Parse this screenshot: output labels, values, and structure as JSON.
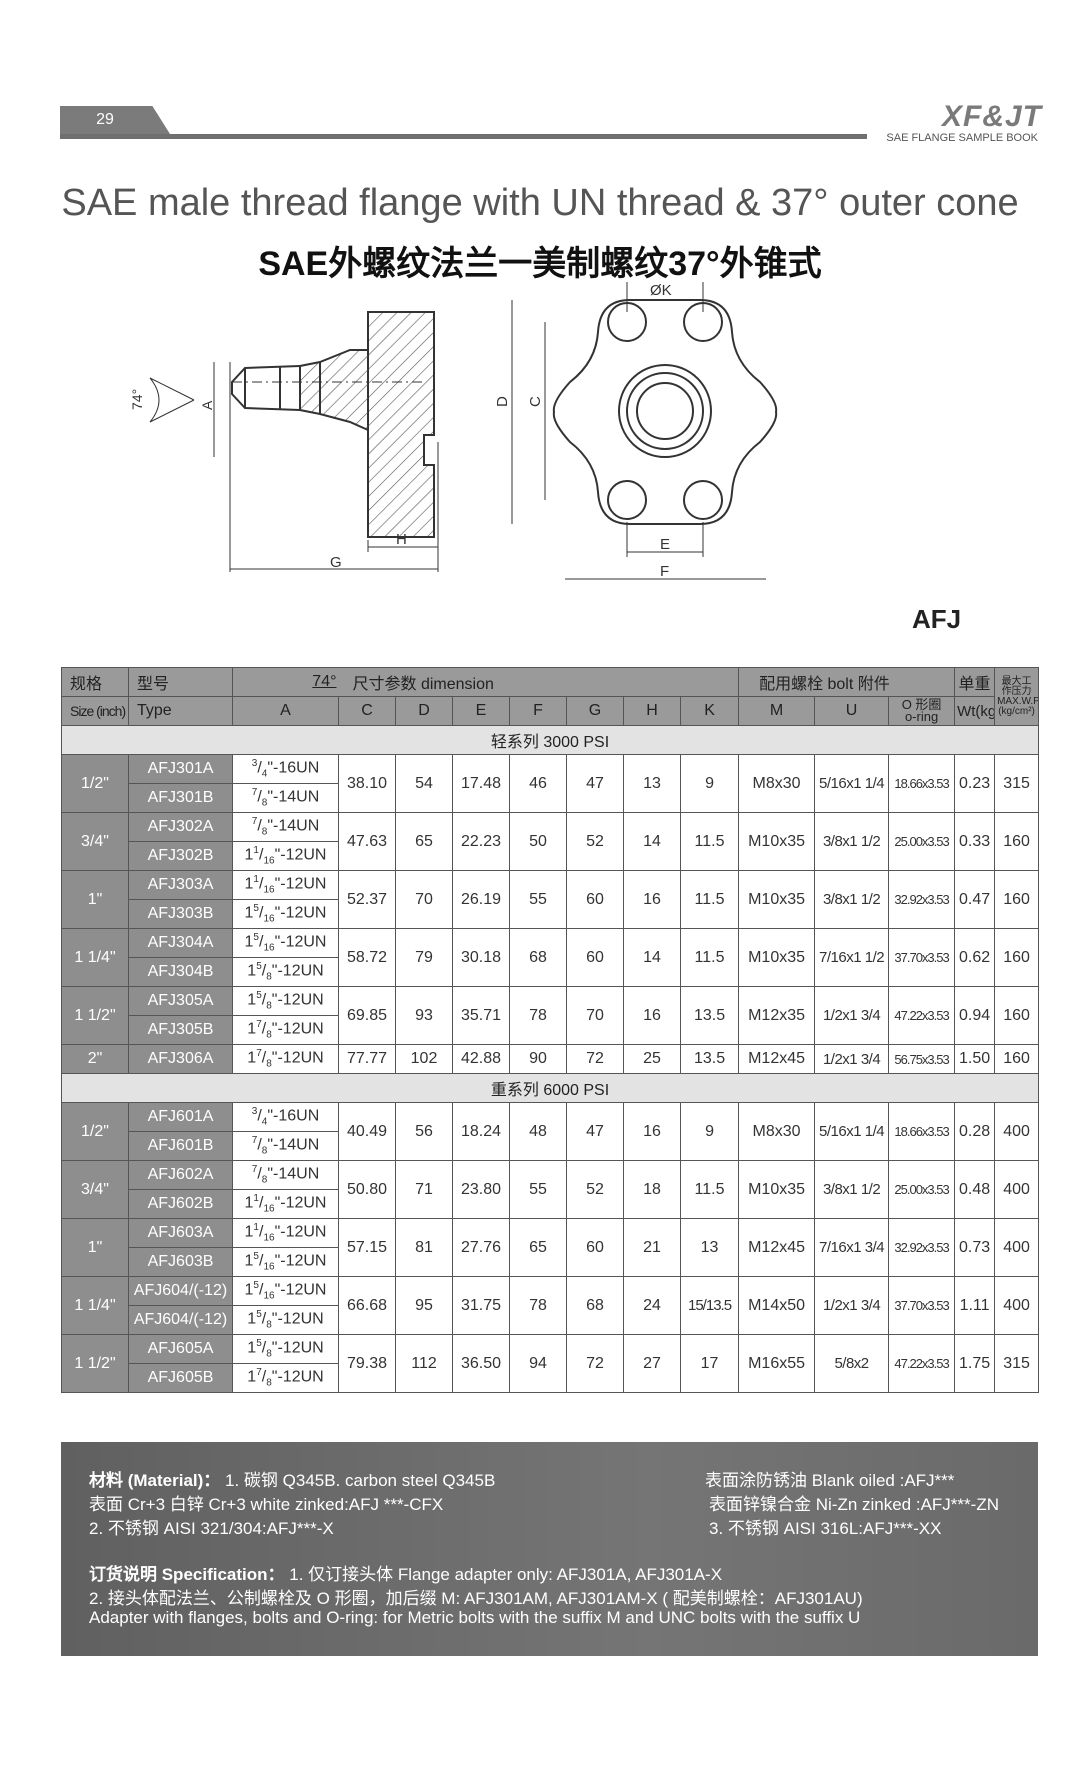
{
  "header": {
    "page_number": "29",
    "brand": "XF&JT",
    "book_title": "SAE FLANGE SAMPLE BOOK"
  },
  "title_en": "SAE male thread flange with UN thread & 37° outer cone",
  "title_cn": "SAE外螺纹法兰一美制螺纹37°外锥式",
  "drawing": {
    "angle": "74°",
    "dims": {
      "A": "A",
      "G": "G",
      "H": "H",
      "D": "D",
      "C": "C",
      "E": "E",
      "F": "F",
      "K": "ØK"
    }
  },
  "model_label": "AFJ",
  "table": {
    "header1": {
      "size": "规格",
      "type": "型号",
      "angle": "74°",
      "dimension": "尺寸参数 dimension",
      "bolt": "配用螺栓 bolt 附件",
      "weight": "单重",
      "pressure_cn": "最大工作压力",
      "pressure": "MAX.W.P",
      "pressure_unit": "(kg/cm²)"
    },
    "header2": {
      "size": "Size (inch)",
      "type": "Type",
      "A": "A",
      "C": "C",
      "D": "D",
      "E": "E",
      "F": "F",
      "G": "G",
      "H": "H",
      "K": "K",
      "M": "M",
      "U": "U",
      "oring_cn": "O 形圈",
      "oring": "o-ring",
      "wt": "Wt(kg)"
    },
    "light_series": "轻系列 3000 PSI",
    "heavy_series": "重系列 6000 PSI",
    "light": [
      {
        "size": "1/2\"",
        "types": [
          "AFJ301A",
          "AFJ301B"
        ],
        "threads": [
          [
            "3",
            "4",
            "-16UN"
          ],
          [
            "7",
            "8",
            "-14UN"
          ]
        ],
        "C": "38.10",
        "D": "54",
        "E": "17.48",
        "F": "46",
        "G": "47",
        "H": "13",
        "K": "9",
        "M": "M8x30",
        "U": "5/16x1 1/4",
        "oring": "18.66x3.53",
        "wt": "0.23",
        "wp": "315"
      },
      {
        "size": "3/4\"",
        "types": [
          "AFJ302A",
          "AFJ302B"
        ],
        "threads": [
          [
            "7",
            "8",
            "-14UN"
          ],
          [
            "1",
            "1",
            "16",
            "-12UN"
          ]
        ],
        "C": "47.63",
        "D": "65",
        "E": "22.23",
        "F": "50",
        "G": "52",
        "H": "14",
        "K": "11.5",
        "M": "M10x35",
        "U": "3/8x1 1/2",
        "oring": "25.00x3.53",
        "wt": "0.33",
        "wp": "160"
      },
      {
        "size": "1\"",
        "types": [
          "AFJ303A",
          "AFJ303B"
        ],
        "threads": [
          [
            "1",
            "1",
            "16",
            "-12UN"
          ],
          [
            "1",
            "5",
            "16",
            "-12UN"
          ]
        ],
        "C": "52.37",
        "D": "70",
        "E": "26.19",
        "F": "55",
        "G": "60",
        "H": "16",
        "K": "11.5",
        "M": "M10x35",
        "U": "3/8x1 1/2",
        "oring": "32.92x3.53",
        "wt": "0.47",
        "wp": "160"
      },
      {
        "size": "1 1/4\"",
        "types": [
          "AFJ304A",
          "AFJ304B"
        ],
        "threads": [
          [
            "1",
            "5",
            "16",
            "-12UN"
          ],
          [
            "1",
            "5",
            "8",
            "-12UN"
          ]
        ],
        "C": "58.72",
        "D": "79",
        "E": "30.18",
        "F": "68",
        "G": "60",
        "H": "14",
        "K": "11.5",
        "M": "M10x35",
        "U": "7/16x1 1/2",
        "oring": "37.70x3.53",
        "wt": "0.62",
        "wp": "160"
      },
      {
        "size": "1 1/2\"",
        "types": [
          "AFJ305A",
          "AFJ305B"
        ],
        "threads": [
          [
            "1",
            "5",
            "8",
            "-12UN"
          ],
          [
            "1",
            "7",
            "8",
            "-12UN"
          ]
        ],
        "C": "69.85",
        "D": "93",
        "E": "35.71",
        "F": "78",
        "G": "70",
        "H": "16",
        "K": "13.5",
        "M": "M12x35",
        "U": "1/2x1 3/4",
        "oring": "47.22x3.53",
        "wt": "0.94",
        "wp": "160"
      },
      {
        "size": "2\"",
        "types": [
          "AFJ306A"
        ],
        "threads": [
          [
            "1",
            "7",
            "8",
            "-12UN"
          ]
        ],
        "C": "77.77",
        "D": "102",
        "E": "42.88",
        "F": "90",
        "G": "72",
        "H": "25",
        "K": "13.5",
        "M": "M12x45",
        "U": "1/2x1 3/4",
        "oring": "56.75x3.53",
        "wt": "1.50",
        "wp": "160"
      }
    ],
    "heavy": [
      {
        "size": "1/2\"",
        "types": [
          "AFJ601A",
          "AFJ601B"
        ],
        "threads": [
          [
            "3",
            "4",
            "-16UN"
          ],
          [
            "7",
            "8",
            "-14UN"
          ]
        ],
        "C": "40.49",
        "D": "56",
        "E": "18.24",
        "F": "48",
        "G": "47",
        "H": "16",
        "K": "9",
        "M": "M8x30",
        "U": "5/16x1 1/4",
        "oring": "18.66x3.53",
        "wt": "0.28",
        "wp": "400"
      },
      {
        "size": "3/4\"",
        "types": [
          "AFJ602A",
          "AFJ602B"
        ],
        "threads": [
          [
            "7",
            "8",
            "-14UN"
          ],
          [
            "1",
            "1",
            "16",
            "-12UN"
          ]
        ],
        "C": "50.80",
        "D": "71",
        "E": "23.80",
        "F": "55",
        "G": "52",
        "H": "18",
        "K": "11.5",
        "M": "M10x35",
        "U": "3/8x1 1/2",
        "oring": "25.00x3.53",
        "wt": "0.48",
        "wp": "400"
      },
      {
        "size": "1\"",
        "types": [
          "AFJ603A",
          "AFJ603B"
        ],
        "threads": [
          [
            "1",
            "1",
            "16",
            "-12UN"
          ],
          [
            "1",
            "5",
            "16",
            "-12UN"
          ]
        ],
        "C": "57.15",
        "D": "81",
        "E": "27.76",
        "F": "65",
        "G": "60",
        "H": "21",
        "K": "13",
        "M": "M12x45",
        "U": "7/16x1 3/4",
        "oring": "32.92x3.53",
        "wt": "0.73",
        "wp": "400"
      },
      {
        "size": "1 1/4\"",
        "types": [
          "AFJ604/(-12)",
          "AFJ604/(-12)"
        ],
        "threads": [
          [
            "1",
            "5",
            "16",
            "-12UN"
          ],
          [
            "1",
            "5",
            "8",
            "-12UN"
          ]
        ],
        "C": "66.68",
        "D": "95",
        "E": "31.75",
        "F": "78",
        "G": "68",
        "H": "24",
        "K": "15/13.5",
        "M": "M14x50",
        "U": "1/2x1 3/4",
        "oring": "37.70x3.53",
        "wt": "1.11",
        "wp": "400"
      },
      {
        "size": "1 1/2\"",
        "types": [
          "AFJ605A",
          "AFJ605B"
        ],
        "threads": [
          [
            "1",
            "5",
            "8",
            "-12UN"
          ],
          [
            "1",
            "7",
            "8",
            "-12UN"
          ]
        ],
        "C": "79.38",
        "D": "112",
        "E": "36.50",
        "F": "94",
        "G": "72",
        "H": "27",
        "K": "17",
        "M": "M16x55",
        "U": "5/8x2",
        "oring": "47.22x3.53",
        "wt": "1.75",
        "wp": "315"
      }
    ]
  },
  "footer": {
    "material_label": "材料 (Material)：",
    "material_1": "1. 碳钢 Q345B. carbon steel Q345B",
    "material_2": "表面 Cr+3 白锌 Cr+3 white zinked:AFJ ***-CFX",
    "material_3": "2. 不锈钢 AISI 321/304:AFJ***-X",
    "surface_1": "表面涂防锈油 Blank oiled     :AFJ***",
    "surface_2": "表面锌镍合金 Ni-Zn zinked :AFJ***-ZN",
    "surface_3": "3. 不锈钢 AISI 316L:AFJ***-XX",
    "spec_label": "订货说明 Specification：",
    "spec_1": "1.    仅订接头体 Flange adapter only: AFJ301A, AFJ301A-X",
    "spec_2": "2. 接头体配法兰、公制螺栓及 O 形圈，加后缀 M: AFJ301AM, AFJ301AM-X ( 配美制螺栓：AFJ301AU)",
    "spec_3": "Adapter with flanges, bolts and O-ring: for Metric bolts with the suffix M and UNC bolts with the suffix U"
  }
}
